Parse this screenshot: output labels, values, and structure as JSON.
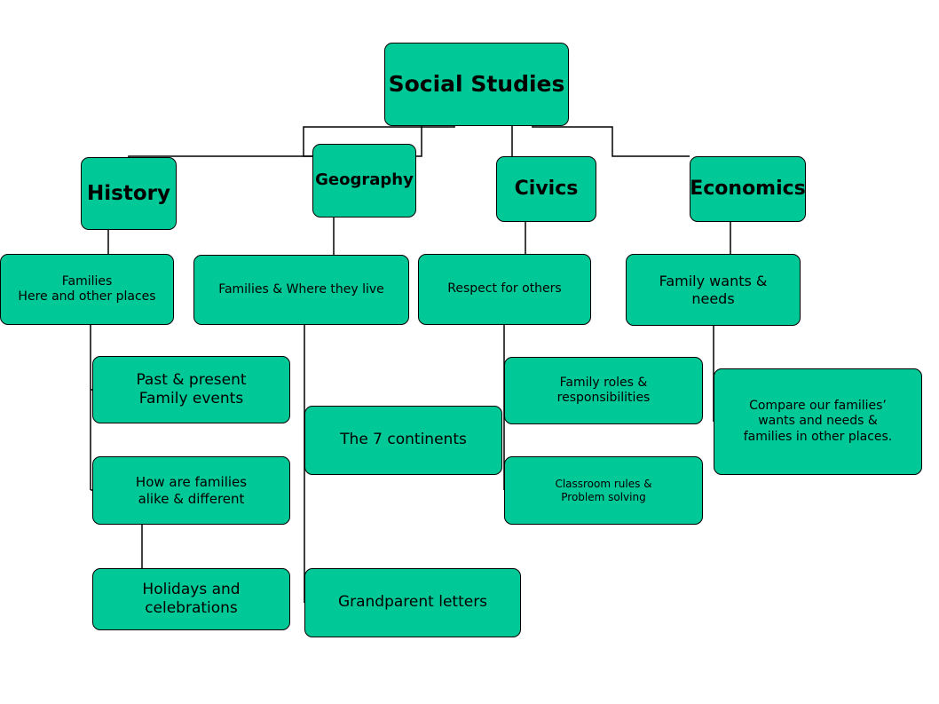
{
  "diagram": {
    "colors": {
      "box_fill": "#00c896",
      "stroke": "#000000"
    },
    "root": "Social Studies",
    "branches": {
      "history": "History",
      "geography": "Geography",
      "civics": "Civics",
      "economics": "Economics"
    },
    "topics": {
      "families": "Families\nHere and other places",
      "where_they_live": "Families & Where they live",
      "respect": "Respect for others",
      "wants_needs": "Family wants &\nneeds"
    },
    "subtopics": {
      "past_present": "Past & present\nFamily events",
      "alike_different": "How are families\nalike & different",
      "holidays": "Holidays and\ncelebrations",
      "continents": "The 7 continents",
      "grandparent": "Grandparent letters",
      "roles": "Family roles &\nresponsibilities",
      "rules": "Classroom rules &\nProblem solving",
      "compare": "Compare our families’\nwants and needs &\nfamilies in other places."
    }
  }
}
